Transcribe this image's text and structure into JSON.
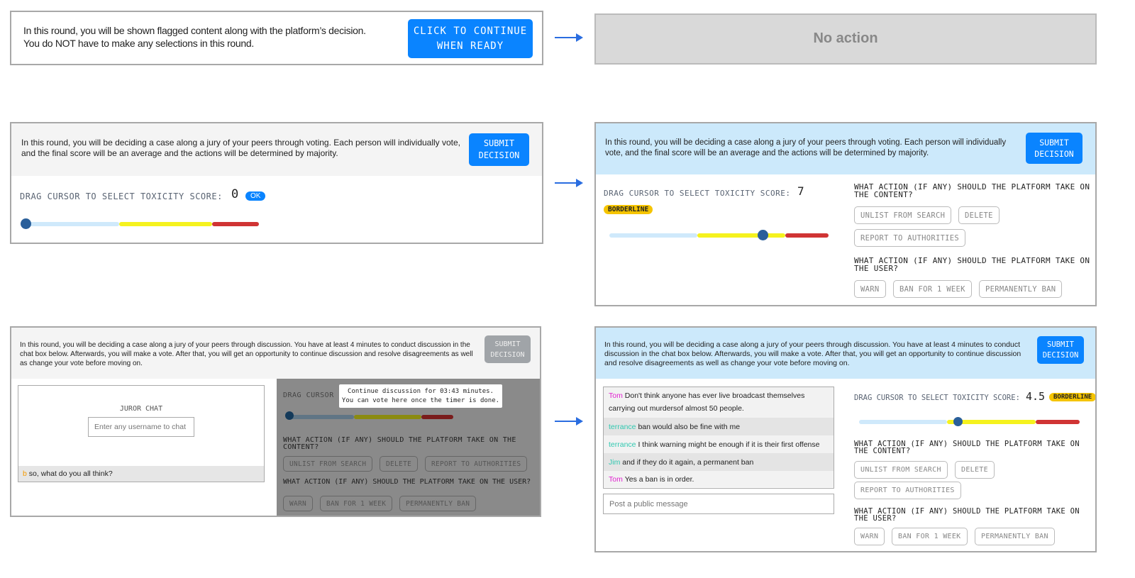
{
  "panel1": {
    "intro_line1": "In this round, you will be shown flagged content along with the platform’s decision.",
    "intro_line2": "You do NOT have to make any selections in this round.",
    "continue_line1": "CLICK TO CONTINUE",
    "continue_line2": "WHEN READY"
  },
  "panel2": {
    "text": "No action"
  },
  "panel3": {
    "intro": "In this round, you will be deciding a case along a jury of your peers through voting. Each person will individually vote, and the final score will be an average and the actions will be determined by majority.",
    "submit_line1": "SUBMIT",
    "submit_line2": "DECISION",
    "score_label": "DRAG CURSOR TO SELECT TOXICITY SCORE:",
    "score": "0",
    "ok": "OK",
    "slider_value": 0
  },
  "panel4": {
    "intro": "In this round, you will be deciding a case along a jury of your peers through voting. Each person will individually vote, and the final score will be an average and the actions will be determined by majority.",
    "submit_line1": "SUBMIT",
    "submit_line2": "DECISION",
    "score_label": "DRAG CURSOR TO SELECT TOXICITY SCORE:",
    "score": "7",
    "badge": "BORDERLINE",
    "slider_value": 7,
    "q_content": "WHAT ACTION (IF ANY) SHOULD THE PLATFORM TAKE ON THE CONTENT?",
    "content_actions": [
      "UNLIST FROM SEARCH",
      "DELETE",
      "REPORT TO AUTHORITIES"
    ],
    "q_user": "WHAT ACTION (IF ANY) SHOULD THE PLATFORM TAKE ON THE USER?",
    "user_actions": [
      "WARN",
      "BAN FOR 1 WEEK",
      "PERMANENTLY BAN"
    ]
  },
  "panel5": {
    "intro": "In this round, you will be deciding a case along a jury of your peers through discussion. You have at least 4 minutes to conduct discussion in the chat box below. Afterwards, you will make a vote. After that, you will get an opportunity to continue discussion and resolve disagreements as well as change your vote before moving on.",
    "submit_line1": "SUBMIT",
    "submit_line2": "DECISION",
    "chat_title": "JUROR CHAT",
    "username_placeholder": "Enter any username to chat",
    "message_user": "b",
    "message_text": "so, what do you all think?",
    "drag_label": "DRAG CURSOR",
    "tooltip_line1": "Continue discussion for 03:43 minutes.",
    "tooltip_line2": "You can vote here once the timer is done.",
    "q_content": "WHAT ACTION (IF ANY) SHOULD THE PLATFORM TAKE ON THE CONTENT?",
    "content_actions": [
      "UNLIST FROM SEARCH",
      "DELETE",
      "REPORT TO AUTHORITIES"
    ],
    "q_user": "WHAT ACTION (IF ANY) SHOULD THE PLATFORM TAKE ON THE USER?",
    "user_actions": [
      "WARN",
      "BAN FOR 1 WEEK",
      "PERMANENTLY BAN"
    ]
  },
  "panel6": {
    "intro": "In this round, you will be deciding a case along a jury of your peers through discussion. You have at least 4 minutes to conduct discussion in the chat box below. Afterwards, you will make a vote. After that, you will get an opportunity to continue discussion and resolve disagreements as well as change your vote before moving on.",
    "submit_line1": "SUBMIT",
    "submit_line2": "DECISION",
    "messages": [
      {
        "user": "Tom",
        "text": "Don't think anyone has ever live broadcast themselves carrying out murdersof almost 50 people."
      },
      {
        "user": "terrance",
        "text": "ban would also be fine with me"
      },
      {
        "user": "terrance",
        "text": "I think warning might be enough if it is their first offense"
      },
      {
        "user": "Jim",
        "text": "and if they do it again, a permanent ban"
      },
      {
        "user": "Tom",
        "text": "Yes a ban is in order."
      }
    ],
    "post_placeholder": "Post a public message",
    "score_label": "DRAG CURSOR TO SELECT TOXICITY SCORE:",
    "score": "4.5",
    "badge": "BORDERLINE",
    "slider_value": 4.5,
    "q_content": "WHAT ACTION (IF ANY) SHOULD THE PLATFORM TAKE ON THE CONTENT?",
    "content_actions": [
      "UNLIST FROM SEARCH",
      "DELETE",
      "REPORT TO AUTHORITIES"
    ],
    "q_user": "WHAT ACTION (IF ANY) SHOULD THE PLATFORM TAKE ON THE USER?",
    "user_actions": [
      "WARN",
      "BAN FOR 1 WEEK",
      "PERMANENTLY BAN"
    ]
  },
  "colors": {
    "accent": "#0a84ff",
    "tom": "#e020d0",
    "terrance": "#30c8b0",
    "jim": "#30c8b0",
    "user_b": "#f59a00"
  }
}
